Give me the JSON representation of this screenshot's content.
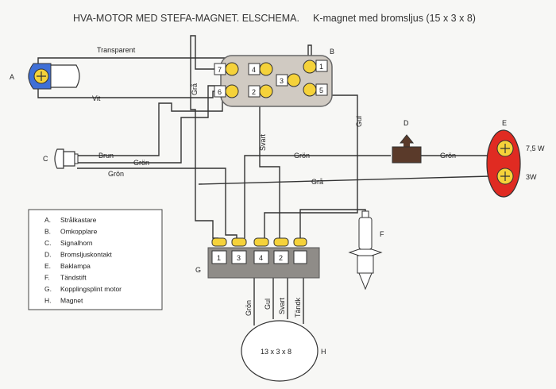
{
  "title": "HVA-MOTOR MED STEFA-MAGNET. ELSCHEMA.",
  "subtitle": "K-magnet med bromsljus (15 x 3 x 8)",
  "colors": {
    "bg": "#f7f7f5",
    "wire": "#333333",
    "yellow": "#f5d23a",
    "headlight": "#3f6fd6",
    "tail": "#e02b22",
    "switch_body": "#d0cac2",
    "block": "#8f8c88",
    "brake": "#5a3a2a"
  },
  "components": {
    "A": {
      "letter": "A"
    },
    "B": {
      "letter": "B",
      "terminals": [
        "7",
        "4",
        "1",
        "6",
        "2",
        "5",
        "3"
      ]
    },
    "C": {
      "letter": "C"
    },
    "D": {
      "letter": "D"
    },
    "E": {
      "letter": "E",
      "bulbs": [
        "7,5 W",
        "3W"
      ]
    },
    "F": {
      "letter": "F"
    },
    "G": {
      "letter": "G",
      "terminals": [
        "1",
        "3",
        "4",
        "2"
      ]
    },
    "H": {
      "letter": "H",
      "label": "13 x 3 x 8"
    }
  },
  "wire_labels": {
    "transparent": "Transparent",
    "vit": "Vit",
    "gra_vertical": "Grå",
    "gul_vertical": "Gul",
    "svart_vertical": "Svart",
    "brun": "Brun",
    "gron_c": "Grön",
    "gron_c2": "Grön",
    "gron_mid": "Grön",
    "gron_right": "Grön",
    "gra_mid": "Grå"
  },
  "bottom_wire_labels": [
    "Grön",
    "Gul",
    "Svart",
    "Tändk"
  ],
  "legend": [
    {
      "key": "A.",
      "text": "Strålkastare"
    },
    {
      "key": "B.",
      "text": "Omkopplare"
    },
    {
      "key": "C.",
      "text": "Signalhorn"
    },
    {
      "key": "D.",
      "text": "Bromsljuskontakt"
    },
    {
      "key": "E.",
      "text": "Baklampa"
    },
    {
      "key": "F.",
      "text": "Tändstift"
    },
    {
      "key": "G.",
      "text": "Kopplingsplint motor"
    },
    {
      "key": "H.",
      "text": "Magnet"
    }
  ]
}
